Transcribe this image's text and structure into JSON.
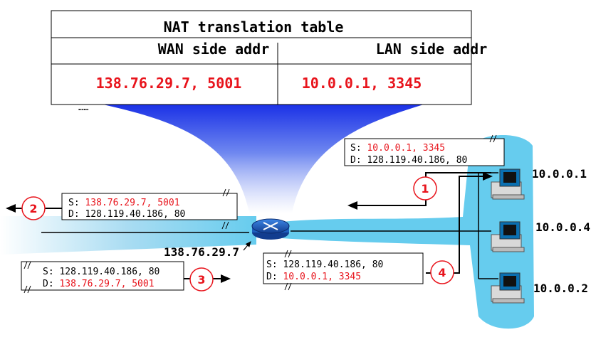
{
  "nat_table": {
    "title": "NAT translation table",
    "col_wan": "WAN side addr",
    "col_lan": "LAN side addr",
    "row_wan": "138.76.29.7, 5001",
    "row_lan": "10.0.0.1, 3345",
    "ellipsis": "……"
  },
  "router": {
    "ip": "138.76.29.7"
  },
  "hosts": [
    {
      "label": "10.0.0.1"
    },
    {
      "label": "10.0.0.4"
    },
    {
      "label": "10.0.0.2"
    }
  ],
  "packets": {
    "p1": {
      "s_prefix": "S: ",
      "s_value": "10.0.0.1, 3345",
      "d_prefix": "D: ",
      "d_value": "128.119.40.186, 80"
    },
    "p2": {
      "s_prefix": "S: ",
      "s_value": "138.76.29.7, 5001",
      "d_prefix": "D: ",
      "d_value": "128.119.40.186, 80"
    },
    "p3": {
      "s_prefix": "S: ",
      "s_value": "128.119.40.186, 80",
      "d_prefix": "D: ",
      "d_value": "138.76.29.7, 5001"
    },
    "p4": {
      "s_prefix": "S: ",
      "s_value": "128.119.40.186, 80",
      "d_prefix": "D: ",
      "d_value": "10.0.0.1, 3345"
    }
  },
  "steps": [
    "1",
    "2",
    "3",
    "4"
  ],
  "colors": {
    "highlight": "#e8141c",
    "lan_bg": "#66ccee",
    "router": "#1e5fbf",
    "funnel": "#1f3fdc",
    "text": "#000000"
  }
}
